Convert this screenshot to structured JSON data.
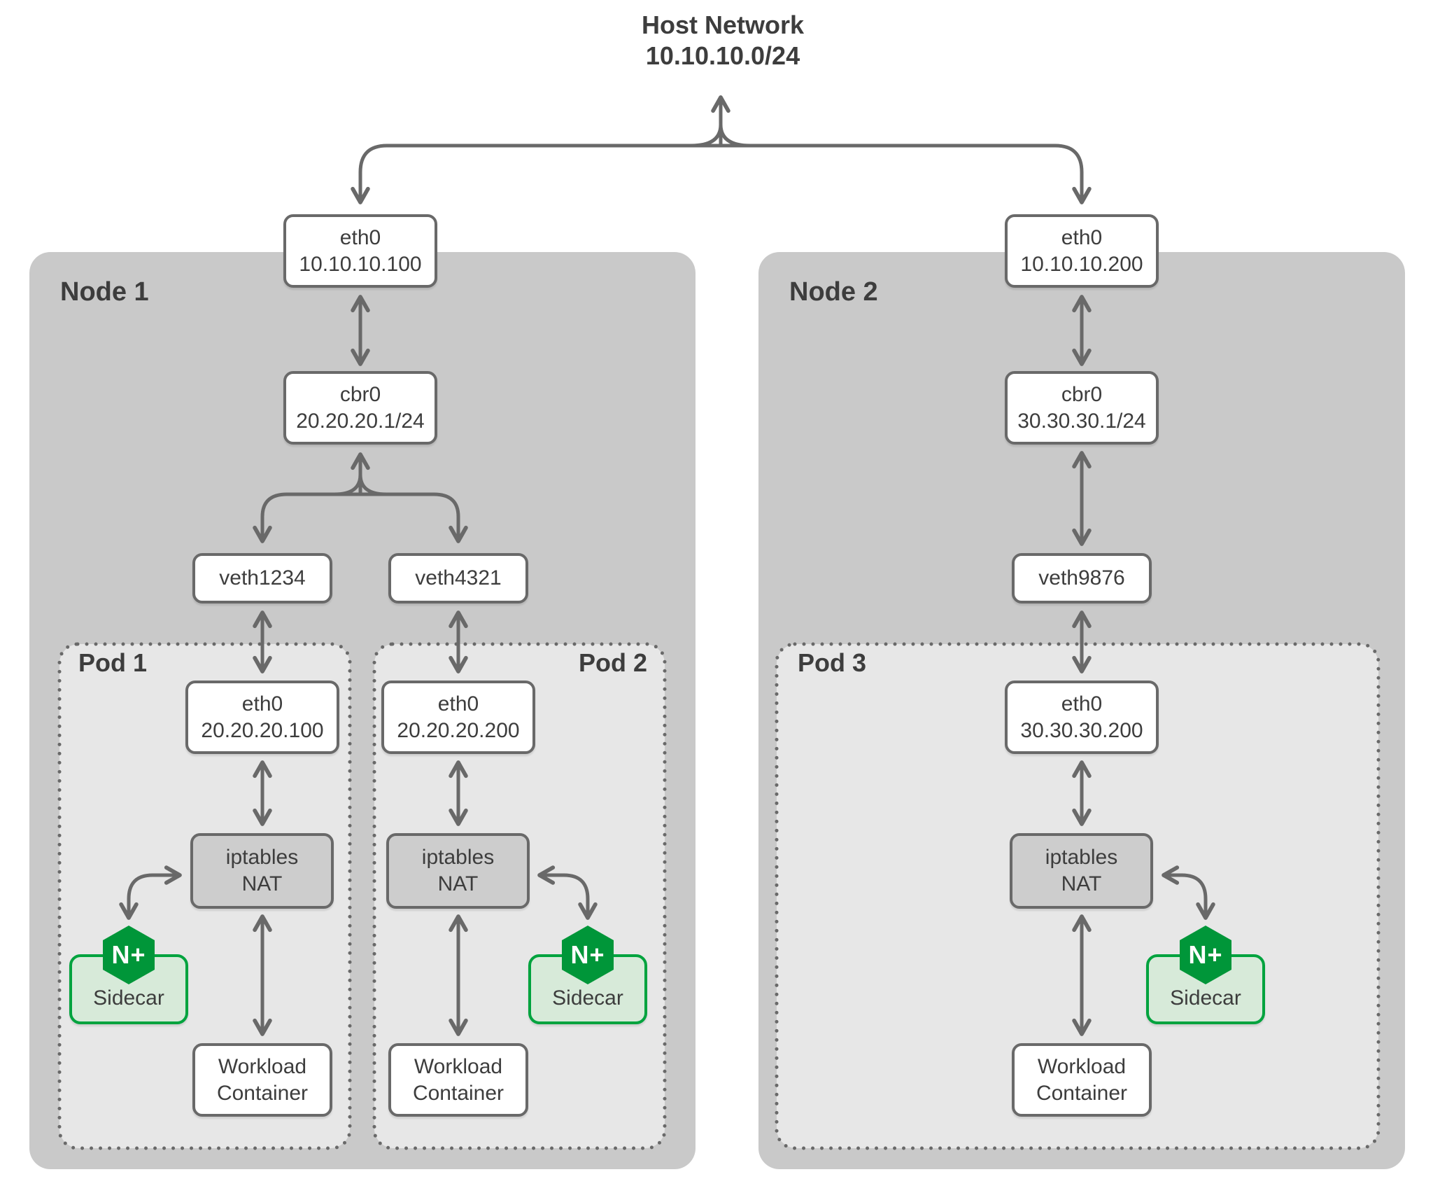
{
  "header": {
    "line1": "Host Network",
    "line2": "10.10.10.0/24"
  },
  "colors": {
    "background": "#ffffff",
    "node_fill": "#c9c9c9",
    "pod_fill": "#e7e7e7",
    "box_fill": "#ffffff",
    "nat_fill": "#cdcdcd",
    "border": "#696969",
    "arrow": "#696969",
    "text": "#3d3d3d",
    "nginx_green": "#009639",
    "sidecar_border": "#00a33e",
    "sidecar_fill": "#d7ead9",
    "logo_text": "#ffffff"
  },
  "nodes": [
    {
      "label": "Node 1",
      "host_eth": {
        "line1": "eth0",
        "line2": "10.10.10.100"
      },
      "bridge": {
        "line1": "cbr0",
        "line2": "20.20.20.1/24"
      },
      "veths": [
        "veth1234",
        "veth4321"
      ],
      "pods": [
        {
          "label": "Pod 1",
          "eth": {
            "line1": "eth0",
            "line2": "20.20.20.100"
          },
          "nat": {
            "line1": "iptables",
            "line2": "NAT"
          },
          "sidecar": {
            "logo": "N+",
            "label": "Sidecar"
          },
          "workload": {
            "line1": "Workload",
            "line2": "Container"
          }
        },
        {
          "label": "Pod 2",
          "eth": {
            "line1": "eth0",
            "line2": "20.20.20.200"
          },
          "nat": {
            "line1": "iptables",
            "line2": "NAT"
          },
          "sidecar": {
            "logo": "N+",
            "label": "Sidecar"
          },
          "workload": {
            "line1": "Workload",
            "line2": "Container"
          }
        }
      ]
    },
    {
      "label": "Node 2",
      "host_eth": {
        "line1": "eth0",
        "line2": "10.10.10.200"
      },
      "bridge": {
        "line1": "cbr0",
        "line2": "30.30.30.1/24"
      },
      "veths": [
        "veth9876"
      ],
      "pods": [
        {
          "label": "Pod 3",
          "eth": {
            "line1": "eth0",
            "line2": "30.30.30.200"
          },
          "nat": {
            "line1": "iptables",
            "line2": "NAT"
          },
          "sidecar": {
            "logo": "N+",
            "label": "Sidecar"
          },
          "workload": {
            "line1": "Workload",
            "line2": "Container"
          }
        }
      ]
    }
  ]
}
